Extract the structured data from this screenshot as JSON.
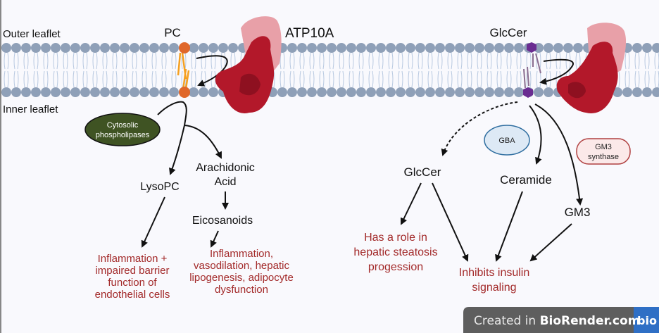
{
  "labels": {
    "outer_leaflet": "Outer leaflet",
    "inner_leaflet": "Inner leaflet",
    "pc": "PC",
    "atp10a": "ATP10A",
    "glccer_top": "GlcCer"
  },
  "left_pathway": {
    "enzyme": [
      "Cytosolic",
      "phospholipases"
    ],
    "lysopc": "LysoPC",
    "arachidonic": [
      "Arachidonic",
      "Acid"
    ],
    "eicosanoids": "Eicosanoids",
    "lysopc_effect": [
      "Inflammation +",
      "impaired barrier",
      "function of",
      "endothelial cells"
    ],
    "eicosanoid_effect": [
      "Inflammation,",
      "vasodilation, hepatic",
      "lipogenesis, adipocyte",
      "dysfunction"
    ]
  },
  "right_pathway": {
    "gba": "GBA",
    "gm3_synthase": [
      "GM3",
      "synthase"
    ],
    "glccer": "GlcCer",
    "ceramide": "Ceramide",
    "gm3": "GM3",
    "steatosis": [
      "Has a role in",
      "hepatic steatosis",
      "progession"
    ],
    "insulin": [
      "Inhibits insulin",
      "signaling"
    ]
  },
  "badge": {
    "created_in": "Created in ",
    "brand": "BioRender.com",
    "logo": "bio"
  },
  "colors": {
    "membrane_head": "#8fa0b8",
    "membrane_tail": "#b7c8e0",
    "pc_head": "#e0672a",
    "pc_tail": "#f5a020",
    "glccer_head": "#6a2c91",
    "protein_dark": "#b3182a",
    "protein_light": "#e8a0a8",
    "effect_text": "#a32a2a",
    "enzyme_fill": "#3f5323",
    "gba_fill": "#dde9f5",
    "gba_stroke": "#2f6ea0",
    "gm3s_fill": "#fbe9e9",
    "gm3s_stroke": "#b04040",
    "badge_bg": "#5e5e5e",
    "badge_logo": "#2f6fc5"
  }
}
